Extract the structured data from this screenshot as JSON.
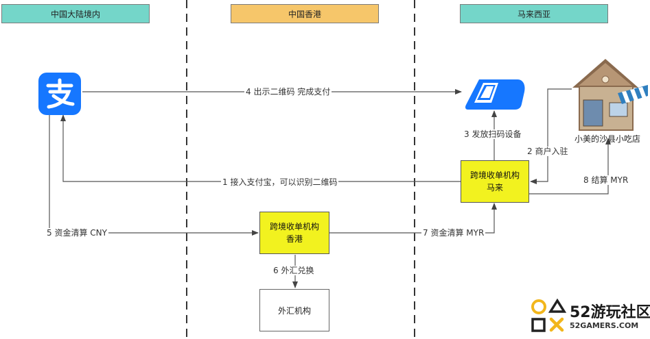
{
  "regions": {
    "mainland": "中国大陆境内",
    "hongkong": "中国香港",
    "malaysia": "马来西亚"
  },
  "nodes": {
    "shop": "小美的沙县小吃店",
    "acquirer_my_line1": "跨境收单机构",
    "acquirer_my_line2": "马来",
    "acquirer_hk_line1": "跨境收单机构",
    "acquirer_hk_line2": "香港",
    "fx_institution": "外汇机构"
  },
  "edges": {
    "e1": "1 接入支付宝，可以识别二维码",
    "e2": "2 商户入驻",
    "e3": "3 发放扫码设备",
    "e4": "4 出示二维码 完成支付",
    "e5": "5 资金清算 CNY",
    "e6": "6 外汇兑换",
    "e7": "7 资金清算 MYR",
    "e8": "8 结算 MYR"
  },
  "watermark": {
    "brand": "52游玩社区",
    "domain": "52GAMERS.COM"
  },
  "colors": {
    "teal_header": "#74d6c9",
    "orange_header": "#f6c66a",
    "yellow_box": "#f2f21f",
    "alipay_blue": "#1677ff"
  }
}
